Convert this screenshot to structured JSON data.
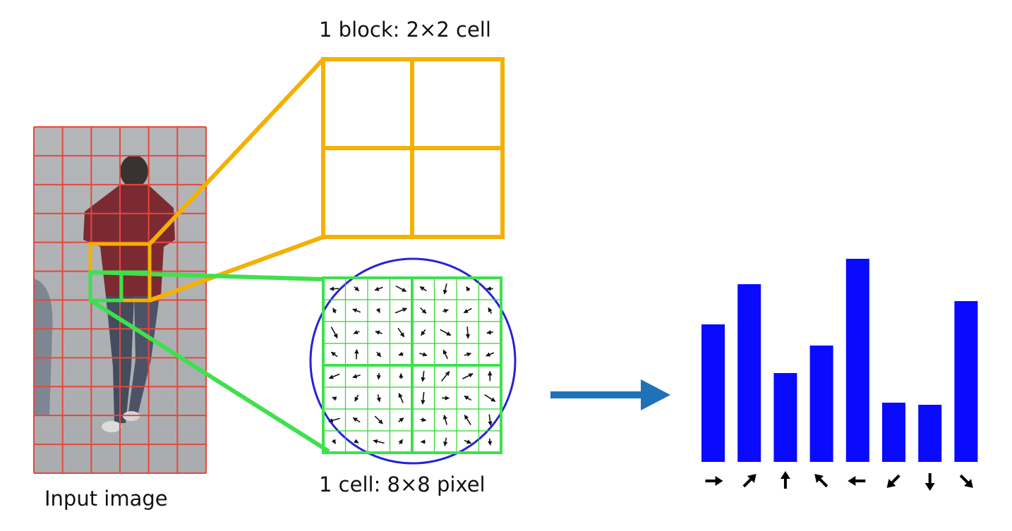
{
  "labels": {
    "block": "1 block: 2×2 cell",
    "cell": "1 cell: 8×8 pixel",
    "input": "Input image"
  },
  "colors": {
    "cell_grid": "#e8463a",
    "block": "#f5b000",
    "cell": "#3ee04e",
    "cell_grid_inner": "#2fd52f",
    "circle": "#2323d6",
    "arrow": "#1f72b8",
    "bars": "#0a0aff"
  },
  "histogram": {
    "bins": [
      "right-arrow-icon",
      "up-right-arrow-icon",
      "up-arrow-icon",
      "up-left-arrow-icon",
      "left-arrow-icon",
      "down-left-arrow-icon",
      "down-arrow-icon",
      "down-right-arrow-icon"
    ],
    "angles": [
      0,
      45,
      90,
      135,
      180,
      225,
      270,
      315
    ],
    "values": [
      0.65,
      0.84,
      0.42,
      0.55,
      0.96,
      0.28,
      0.27,
      0.76
    ]
  }
}
